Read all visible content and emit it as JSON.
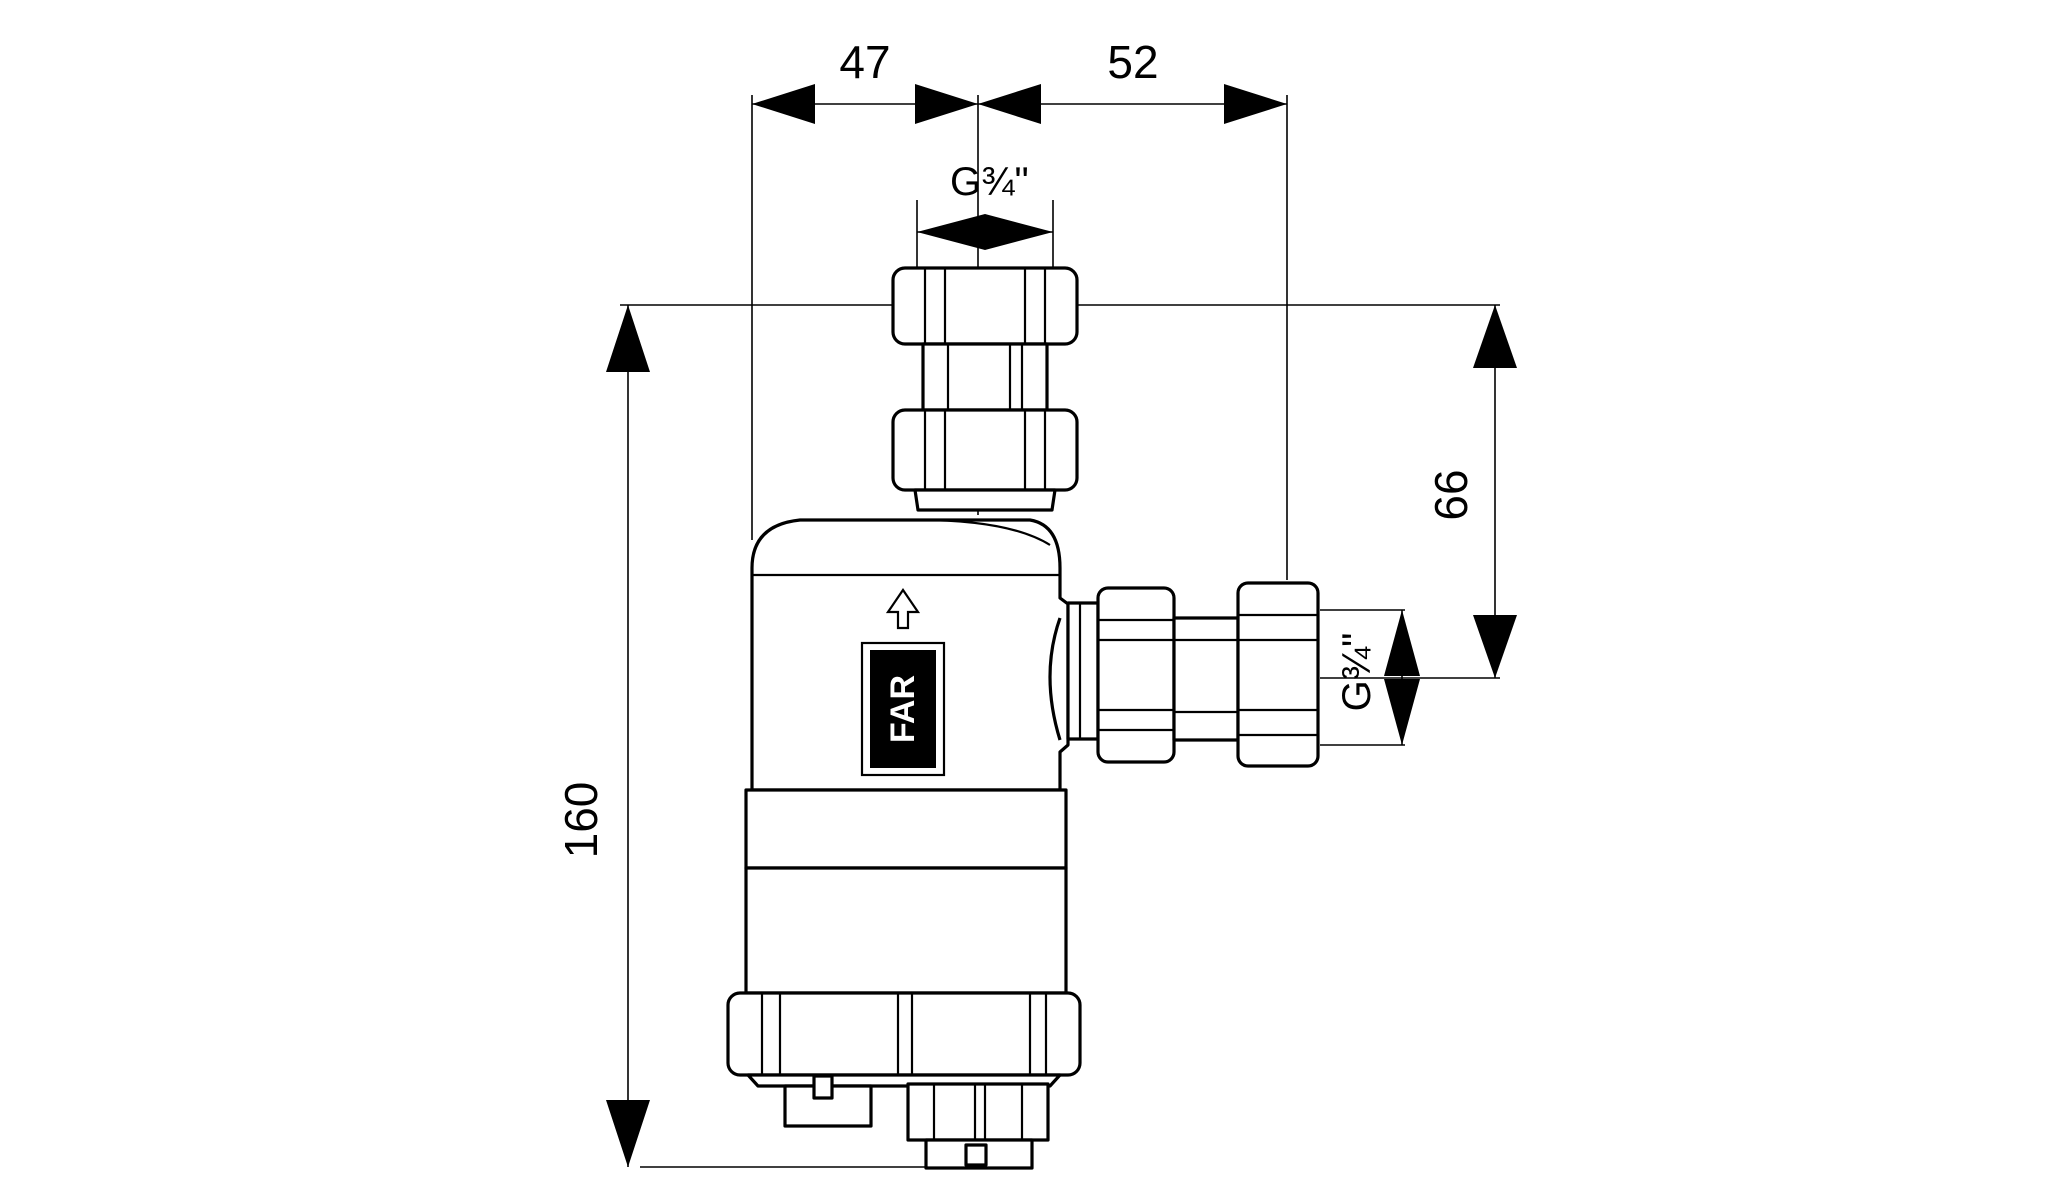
{
  "dimensions": {
    "top_left_width": "47",
    "top_right_width": "52",
    "overall_height": "160",
    "side_offset": "66",
    "thread_top": "G¾\"",
    "thread_side": "G¾\""
  },
  "logo": {
    "text": "FAR"
  }
}
